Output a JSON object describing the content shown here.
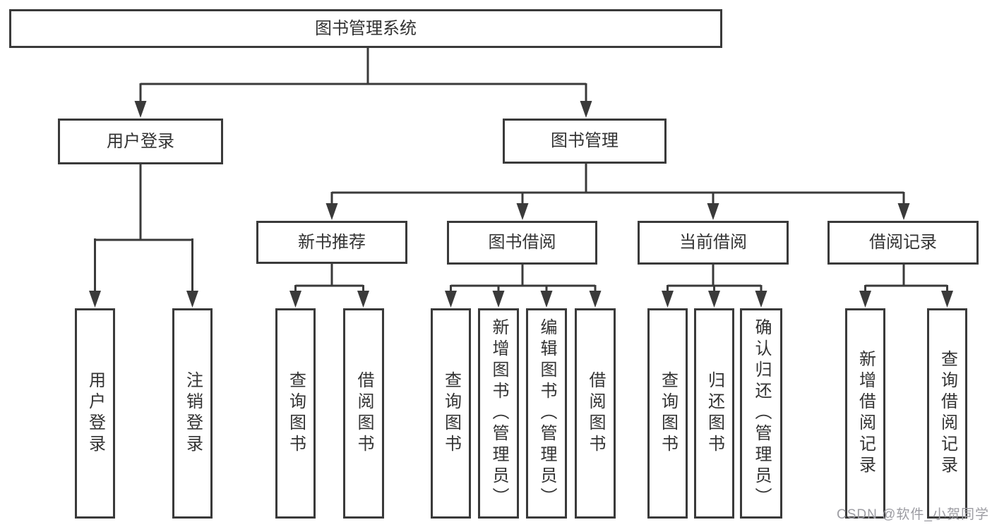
{
  "title": "图书管理系统",
  "branches": [
    {
      "label": "用户登录",
      "children": [
        "用户登录",
        "注销登录"
      ]
    },
    {
      "label": "图书管理",
      "sections": [
        {
          "label": "新书推荐",
          "children": [
            "查询图书",
            "借阅图书"
          ]
        },
        {
          "label": "图书借阅",
          "children": [
            "查询图书",
            "新增图书（管理员）",
            "编辑图书（管理员）",
            "借阅图书"
          ]
        },
        {
          "label": "当前借阅",
          "children": [
            "查询图书",
            "归还图书",
            "确认归还（管理员）"
          ]
        },
        {
          "label": "借阅记录",
          "children": [
            "新增借阅记录",
            "查询借阅记录"
          ]
        }
      ]
    }
  ],
  "watermark": "CSDN @软件_小贺同学",
  "colors": {
    "line": "#3a3a3a",
    "text": "#333333",
    "background": "#ffffff",
    "watermark": "#9c9ca2"
  }
}
